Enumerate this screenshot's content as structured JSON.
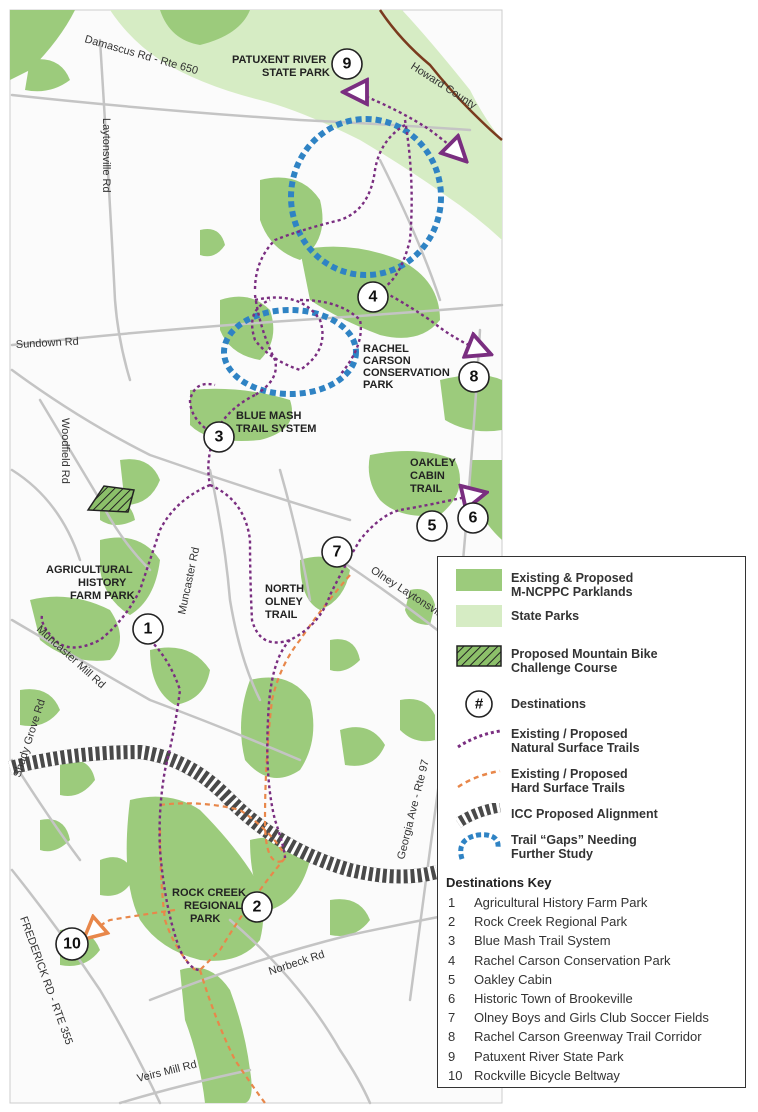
{
  "colors": {
    "parkland": "#9ccb7c",
    "state_park": "#d6ecc4",
    "trail_natural": "#7a2e80",
    "trail_hard": "#e8874a",
    "icc": "#4a4a4a",
    "gaps": "#2f83c4",
    "road": "#c4c4c4",
    "county_line": "#7a3b1e"
  },
  "map": {
    "labels": {
      "patuxent": [
        "PATUXENT RIVER",
        "STATE PARK"
      ],
      "rachel": [
        "RACHEL",
        "CARSON",
        "CONSERVATION",
        "PARK"
      ],
      "bluemash": [
        "BLUE MASH",
        "TRAIL SYSTEM"
      ],
      "oakley": [
        "OAKLEY",
        "CABIN",
        "TRAIL"
      ],
      "agri": [
        "AGRICULTURAL",
        "HISTORY",
        "FARM PARK"
      ],
      "northolney": [
        "NORTH",
        "OLNEY",
        "TRAIL"
      ],
      "rockcreek": [
        "ROCK CREEK",
        "REGIONAL",
        "PARK"
      ]
    },
    "roads": {
      "damascus": "Damascus Rd - Rte 650",
      "howard": "Howard County",
      "laytonsville": "Laytonsville Rd",
      "sundown": "Sundown Rd",
      "woodfield": "Woodfield Rd",
      "muncaster": "Muncaster Rd",
      "muncastermill": "Muncaster Mill Rd",
      "shadygrove": "Shady Grove Rd",
      "olneylaytonsville": "Olney Laytonsville Rd",
      "georgia": "Georgia Ave - Rte 97",
      "norbeck": "Norbeck Rd",
      "frederick": "FREDERICK RD - RTE 355",
      "veirsmill": "Veirs Mill Rd"
    },
    "markers": [
      "1",
      "2",
      "3",
      "4",
      "5",
      "6",
      "7",
      "8",
      "9",
      "10"
    ]
  },
  "legend": {
    "items": [
      [
        "Existing & Proposed",
        "M-NCPPC Parklands"
      ],
      [
        "State Parks"
      ],
      [
        "Proposed Mountain Bike",
        "Challenge Course"
      ],
      [
        "Destinations"
      ],
      [
        "Existing / Proposed",
        "Natural Surface Trails"
      ],
      [
        "Existing / Proposed",
        "Hard Surface Trails"
      ],
      [
        "ICC Proposed Alignment"
      ],
      [
        "Trail “Gaps” Needing",
        "Further Study"
      ]
    ],
    "destination_symbol": "#",
    "key_title": "Destinations Key",
    "key": [
      {
        "n": "1",
        "name": "Agricultural History Farm Park"
      },
      {
        "n": "2",
        "name": "Rock Creek Regional Park"
      },
      {
        "n": "3",
        "name": "Blue Mash Trail System"
      },
      {
        "n": "4",
        "name": "Rachel Carson Conservation Park"
      },
      {
        "n": "5",
        "name": "Oakley Cabin"
      },
      {
        "n": "6",
        "name": "Historic Town of Brookeville"
      },
      {
        "n": "7",
        "name": "Olney Boys and Girls Club Soccer Fields"
      },
      {
        "n": "8",
        "name": "Rachel Carson Greenway Trail Corridor"
      },
      {
        "n": "9",
        "name": "Patuxent River State Park"
      },
      {
        "n": "10",
        "name": "Rockville Bicycle Beltway"
      }
    ]
  }
}
